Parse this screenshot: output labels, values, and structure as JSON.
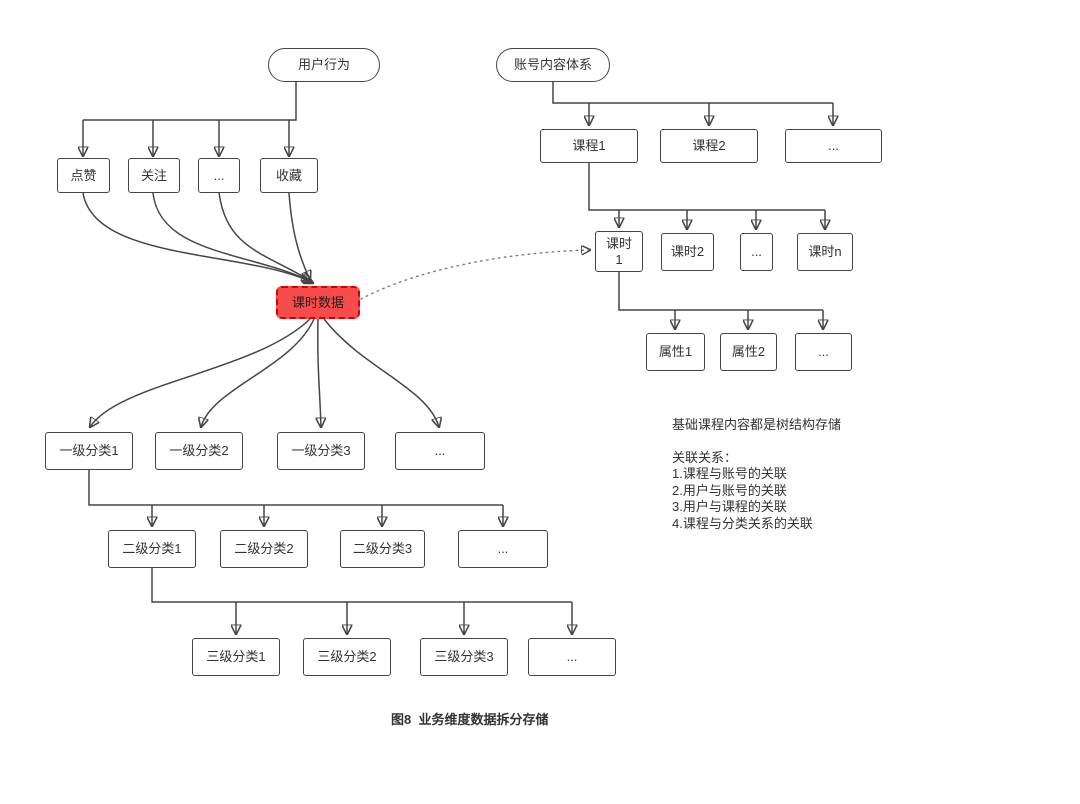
{
  "nodes": {
    "user_behavior": "用户行为",
    "account_system": "账号内容体系",
    "like": "点赞",
    "follow": "关注",
    "actions_more": "...",
    "favorite": "收藏",
    "lesson_data": "课时数据",
    "course_1": "课程1",
    "course_2": "课程2",
    "courses_more": "...",
    "lesson_1": "课时1",
    "lesson_2": "课时2",
    "lessons_more": "...",
    "lesson_n": "课时n",
    "attribute_1": "属性1",
    "attribute_2": "属性2",
    "attributes_more": "...",
    "level1_cat_1": "一级分类1",
    "level1_cat_2": "一级分类2",
    "level1_cat_3": "一级分类3",
    "level1_more": "...",
    "level2_cat_1": "二级分类1",
    "level2_cat_2": "二级分类2",
    "level2_cat_3": "二级分类3",
    "level2_more": "...",
    "level3_cat_1": "三级分类1",
    "level3_cat_2": "三级分类2",
    "level3_cat_3": "三级分类3",
    "level3_more": "..."
  },
  "notes": {
    "storage_note": "基础课程内容都是树结构存储",
    "relations_heading": "关联关系：",
    "relation_1": "1.课程与账号的关联",
    "relation_2": "2.用户与账号的关联",
    "relation_3": "3.用户与课程的关联",
    "relation_4": "4.课程与分类关系的关联"
  },
  "caption": "图8  业务维度数据拆分存储",
  "colors": {
    "line": "#454545",
    "dotted_line": "#7a7a7a",
    "highlight_fill": "#f84c4c",
    "highlight_border": "#d40000"
  }
}
